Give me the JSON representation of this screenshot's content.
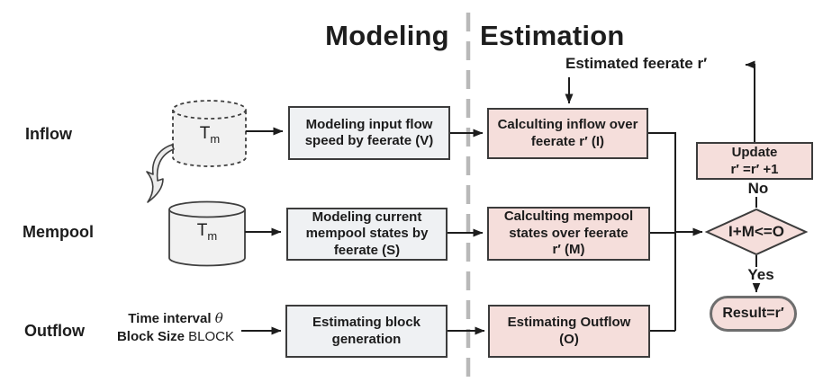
{
  "headers": {
    "modeling": "Modeling",
    "estimation": "Estimation"
  },
  "rows": {
    "inflow": {
      "label": "Inflow"
    },
    "mempool": {
      "label": "Mempool"
    },
    "outflow": {
      "label": "Outflow"
    }
  },
  "sources": {
    "inflow_cylinder": {
      "label": "T",
      "sub": "m"
    },
    "mempool_cylinder": {
      "label": "T",
      "sub": "m"
    },
    "outflow_params": {
      "line1_label": "Time interval",
      "line1_symbol": "θ",
      "line2_label": "Block Size",
      "line2_symbol": "BLOCK"
    }
  },
  "modeling_boxes": {
    "inflow": "Modeling input flow\nspeed by feerate  (V)",
    "mempool": "Modeling current\nmempool states by\nfeerate  (S)",
    "outflow": "Estimating block\ngeneration"
  },
  "estimation_boxes": {
    "inflow": "Calculting inflow over\nfeerate r′  (I)",
    "mempool": "Calculting mempool\nstates over feerate\nr′  (M)",
    "outflow": "Estimating Outflow\n(O)"
  },
  "loop": {
    "estimated_feerate": "Estimated feerate r′",
    "update": "Update\nr′ =r′ +1",
    "condition": "I+M<=O",
    "no": "No",
    "yes": "Yes",
    "result": "Result=r′"
  },
  "colors": {
    "modeling_box_fill": "#eff1f3",
    "estimation_box_fill": "#f5dedb",
    "box_border": "#3c3c3c",
    "result_border": "#6e6e6e",
    "divider": "#b9b9b9",
    "arrow": "#1d1d1d",
    "cylinder_fill": "#f1f1f1"
  }
}
